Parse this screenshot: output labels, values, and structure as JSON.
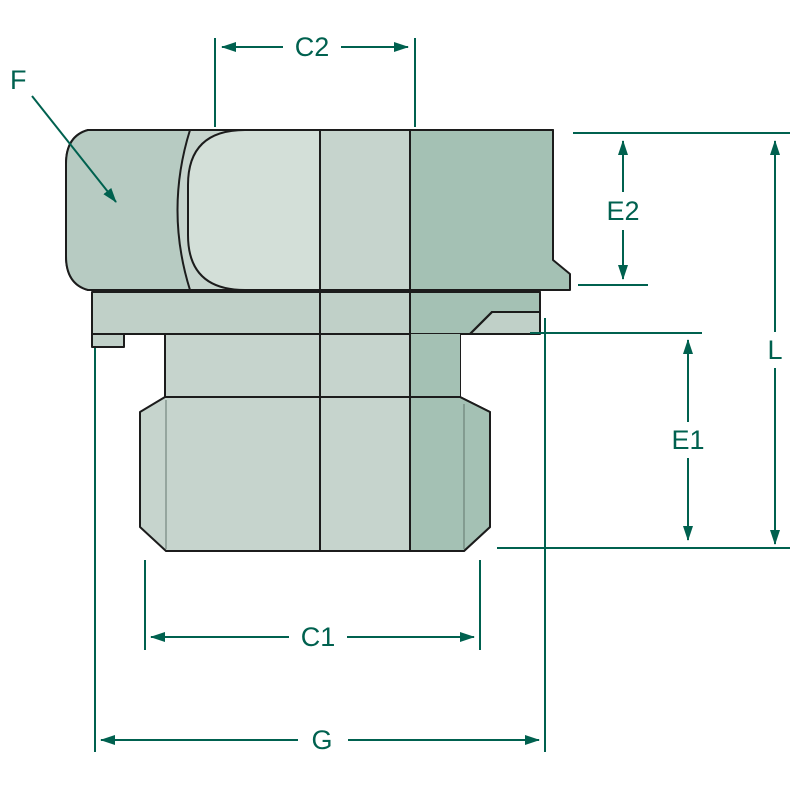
{
  "diagram": {
    "labels": {
      "f": "F",
      "c2": "C2",
      "e2": "E2",
      "l": "L",
      "e1": "E1",
      "c1": "C1",
      "g": "G"
    },
    "colors": {
      "dimension": "#00614f",
      "outline": "#1c1c1c",
      "body_light": "#d3dfd8",
      "body_base": "#c6d4cd",
      "body_shaded": "#b7cbc2",
      "body_section": "#a4c1b4",
      "body_chamfer": "#c0d0c8",
      "background": "#ffffff"
    }
  }
}
